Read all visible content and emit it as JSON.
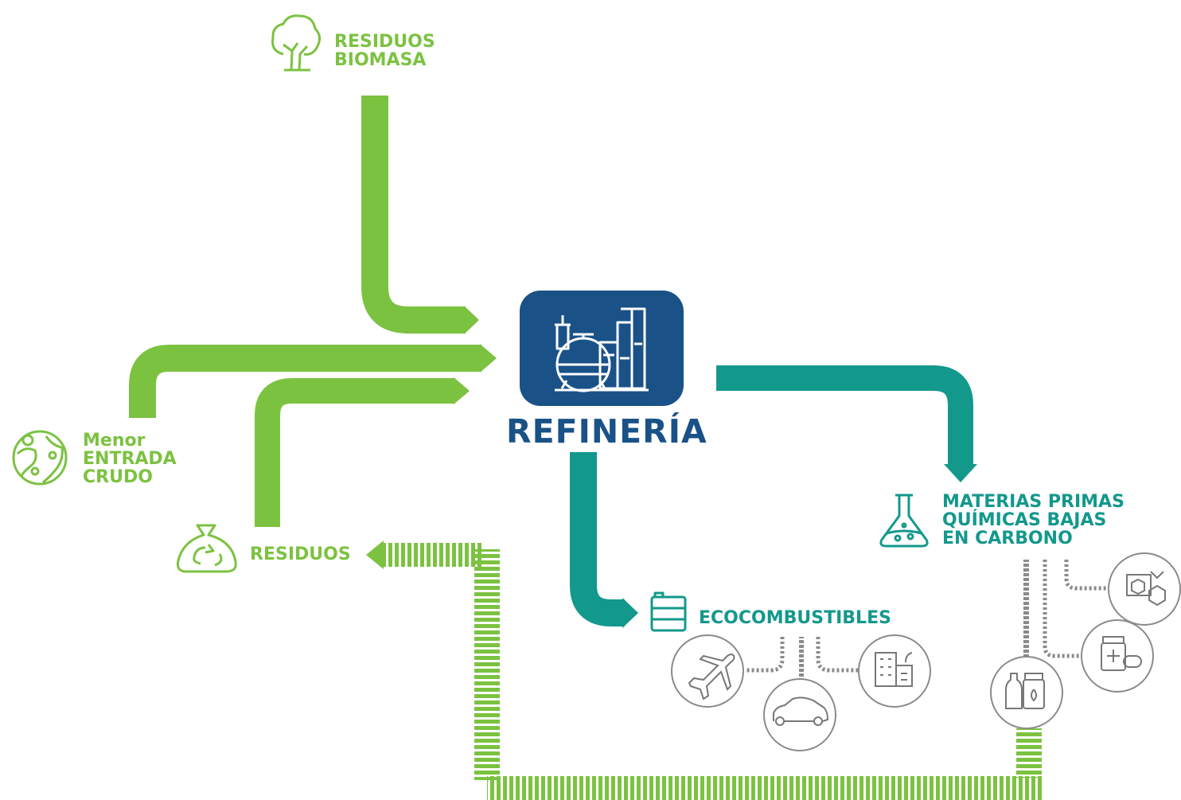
{
  "inputs": {
    "biomass": {
      "line1": "RESIDUOS",
      "line2": "BIOMASA",
      "icon": "tree-icon"
    },
    "crude": {
      "line1": "Menor",
      "line2": "ENTRADA",
      "line3": "CRUDO",
      "icon": "globe-icon"
    },
    "waste": {
      "label": "RESIDUOS",
      "icon": "recycle-bag-icon"
    }
  },
  "center": {
    "label": "REFINERÍA",
    "icon": "refinery-icon"
  },
  "outputs": {
    "ecofuels": {
      "label": "ECOCOMBUSTIBLES",
      "icon": "fuel-barrel-icon"
    },
    "chemicals": {
      "line1": "MATERIAS PRIMAS",
      "line2": "QUÍMICAS BAJAS",
      "line3": "EN CARBONO",
      "icon": "flask-icon"
    }
  },
  "ecofuel_uses": [
    "airplane-icon",
    "car-icon",
    "building-icon"
  ],
  "chemical_uses": [
    "bottles-icon",
    "medicine-icon",
    "packages-icon"
  ],
  "colors": {
    "green": "#7cc241",
    "teal": "#13988c",
    "navy": "#1a5288",
    "gray": "#8a8a8a"
  }
}
